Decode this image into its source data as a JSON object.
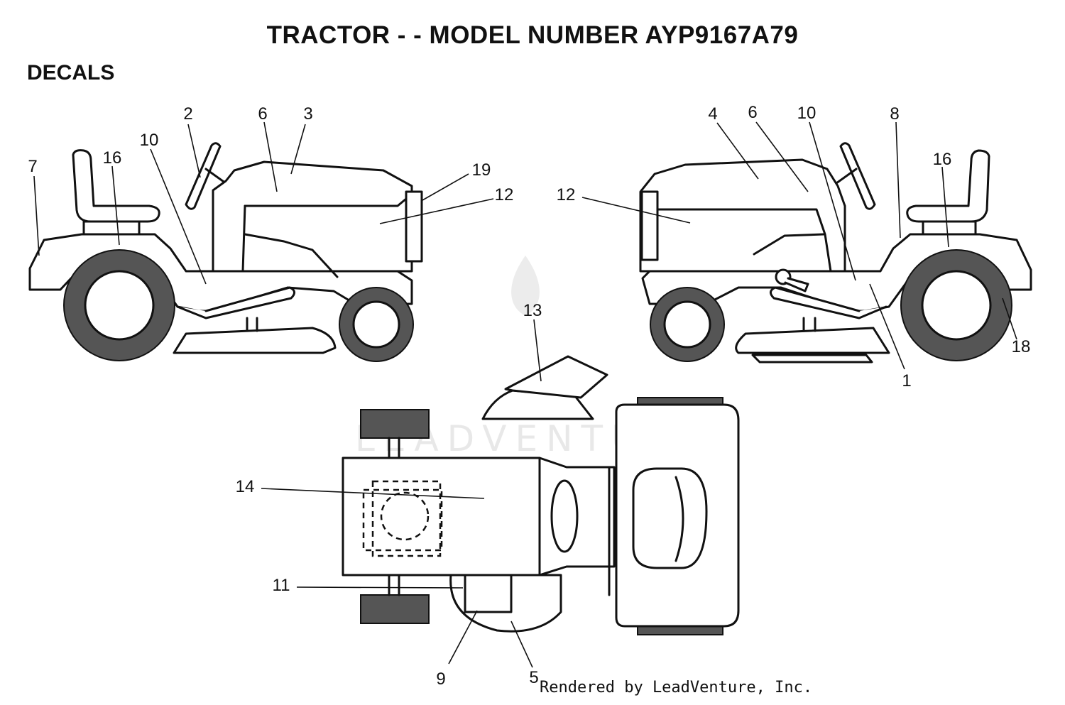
{
  "title": "TRACTOR - - MODEL NUMBER AYP9167A79",
  "section_label": "DECALS",
  "watermark": "LEADVENTURE",
  "credit": "Rendered by LeadVenture, Inc.",
  "callouts": {
    "left_view": [
      "7",
      "16",
      "10",
      "2",
      "6",
      "3",
      "19",
      "12"
    ],
    "right_view": [
      "12",
      "4",
      "6",
      "10",
      "8",
      "16",
      "18",
      "1"
    ],
    "top_view": [
      "13",
      "14",
      "11",
      "9",
      "5"
    ]
  }
}
